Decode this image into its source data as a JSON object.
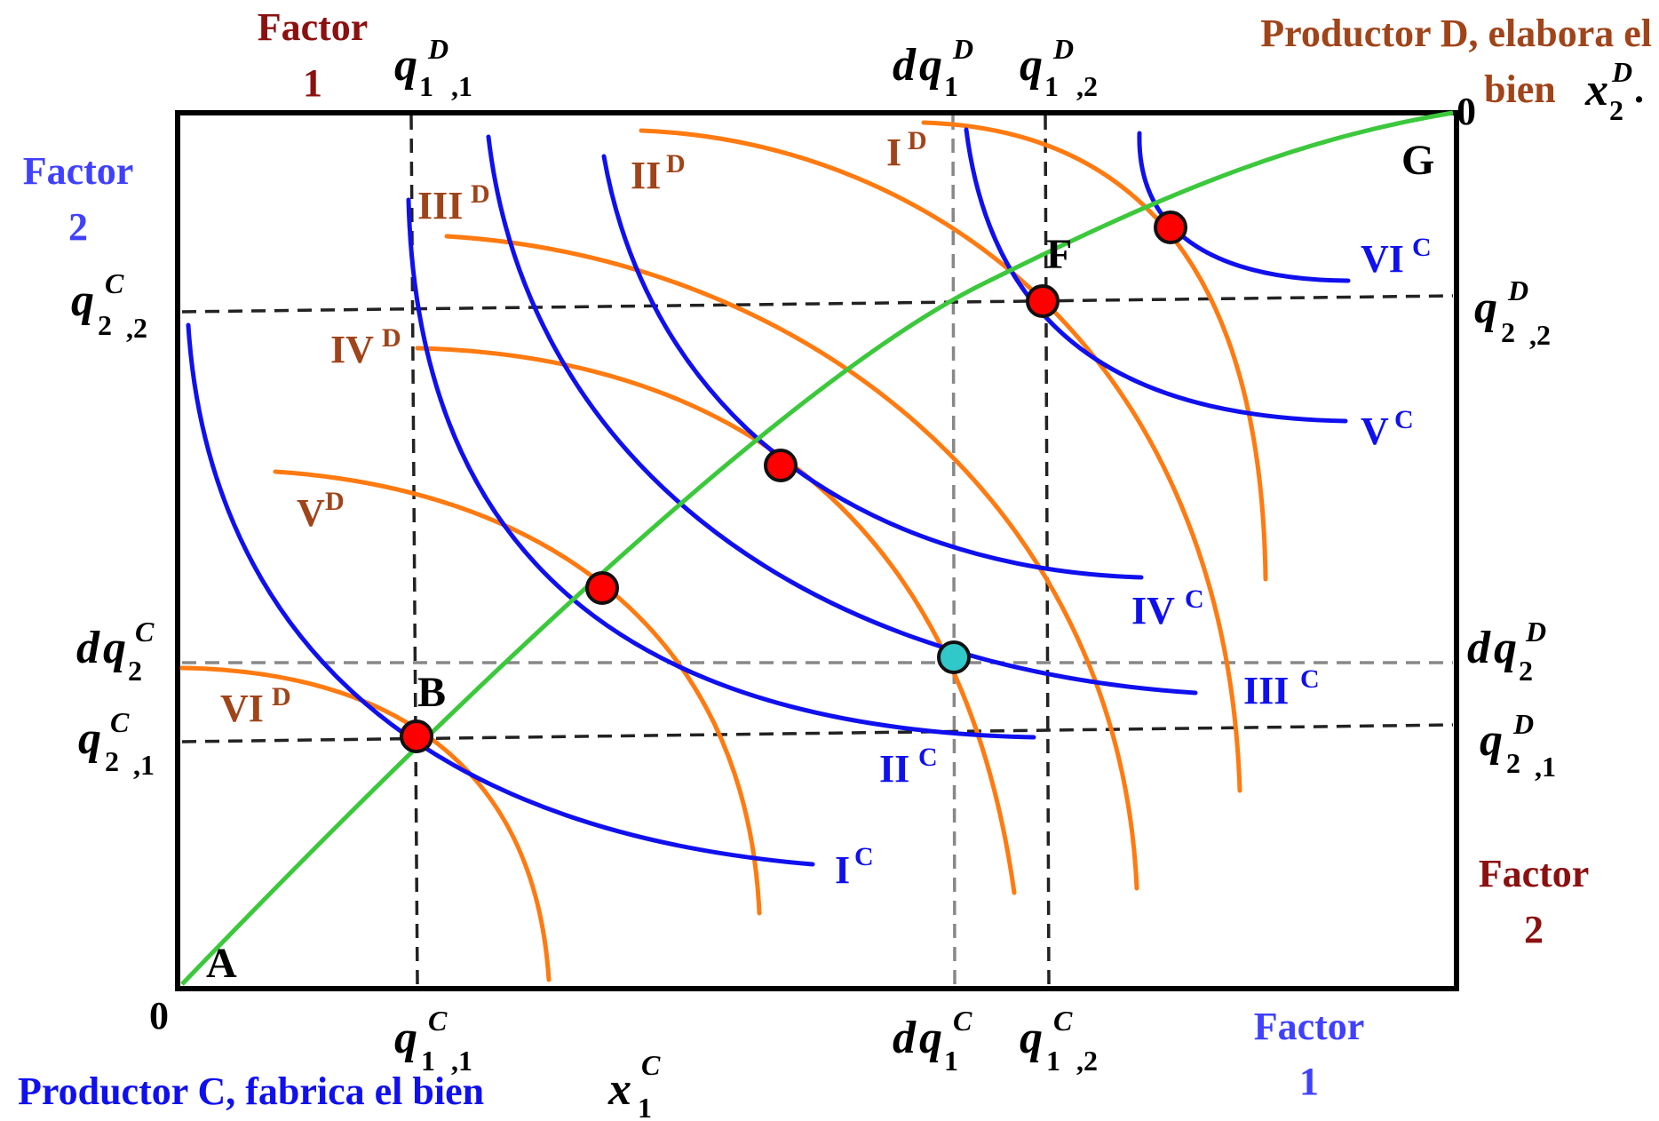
{
  "colors": {
    "orange_curve": "#ff7a10",
    "blue_curve": "#1010ee",
    "green_curve": "#3cc83c",
    "dashed_black": "#222222",
    "dashed_gray": "#888888",
    "equilibrium_point": "#ff0000",
    "non_efficient_point": "#30c8c8",
    "producer_d_text": "#a0441a",
    "producer_c_text": "#1010ee",
    "factor_red_text": "#8b1010"
  },
  "header": {
    "factor1_top": {
      "line1": "Factor",
      "line2": "1"
    },
    "producer_d": {
      "line1": "Productor  D, elabora el",
      "line2": "bien",
      "var": "x",
      "sup": "D",
      "sub": "2",
      "end": "."
    },
    "origin_d": "0"
  },
  "left": {
    "factor2": {
      "line1": "Factor",
      "line2": "2"
    }
  },
  "right": {
    "factor2": {
      "line1": "Factor",
      "line2": "2"
    }
  },
  "footer": {
    "origin_c": "0",
    "factor1_bottom": {
      "line1": "Factor",
      "line2": "1"
    },
    "producer_c": {
      "text": "Productor C, fabrica el bien",
      "var": "x",
      "sup": "C",
      "sub": "1"
    }
  },
  "axis_labels": {
    "q1D1": {
      "var": "q",
      "sub": "1",
      "sup": "D",
      "idx": ",1"
    },
    "dq1D": {
      "pre": "d",
      "var": "q",
      "sub": "1",
      "sup": "D"
    },
    "q1D2": {
      "var": "q",
      "sub": "1",
      "sup": "D",
      "idx": ",2"
    },
    "q2C2": {
      "var": "q",
      "sub": "2",
      "sup": "C",
      "idx": ",2"
    },
    "dq2C": {
      "pre": "d",
      "var": "q",
      "sub": "2",
      "sup": "C"
    },
    "q2C1": {
      "var": "q",
      "sub": "2",
      "sup": "C",
      "idx": ",1"
    },
    "q2D2": {
      "var": "q",
      "sub": "2",
      "sup": "D",
      "idx": ",2"
    },
    "dq2D": {
      "pre": "d",
      "var": "q",
      "sub": "2",
      "sup": "D"
    },
    "q2D1": {
      "var": "q",
      "sub": "2",
      "sup": "D",
      "idx": ",1"
    },
    "q1C1": {
      "var": "q",
      "sub": "1",
      "sup": "C",
      "idx": ",1"
    },
    "dq1C": {
      "pre": "d",
      "var": "q",
      "sub": "1",
      "sup": "C"
    },
    "q1C2": {
      "var": "q",
      "sub": "1",
      "sup": "C",
      "idx": ",2"
    }
  },
  "points": {
    "A": "A",
    "B": "B",
    "F": "F",
    "G": "G"
  },
  "isoquants_d": [
    {
      "base": "I",
      "sup": "D"
    },
    {
      "base": "II",
      "sup": "D"
    },
    {
      "base": "III",
      "sup": "D"
    },
    {
      "base": "IV",
      "sup": "D"
    },
    {
      "base": "V",
      "sup": "D"
    },
    {
      "base": "VI",
      "sup": "D"
    }
  ],
  "isoquants_c": [
    {
      "base": "I",
      "sup": "C"
    },
    {
      "base": "II",
      "sup": "C"
    },
    {
      "base": "III",
      "sup": "C"
    },
    {
      "base": "IV",
      "sup": "C"
    },
    {
      "base": "V",
      "sup": "C"
    },
    {
      "base": "VI",
      "sup": "C"
    }
  ]
}
